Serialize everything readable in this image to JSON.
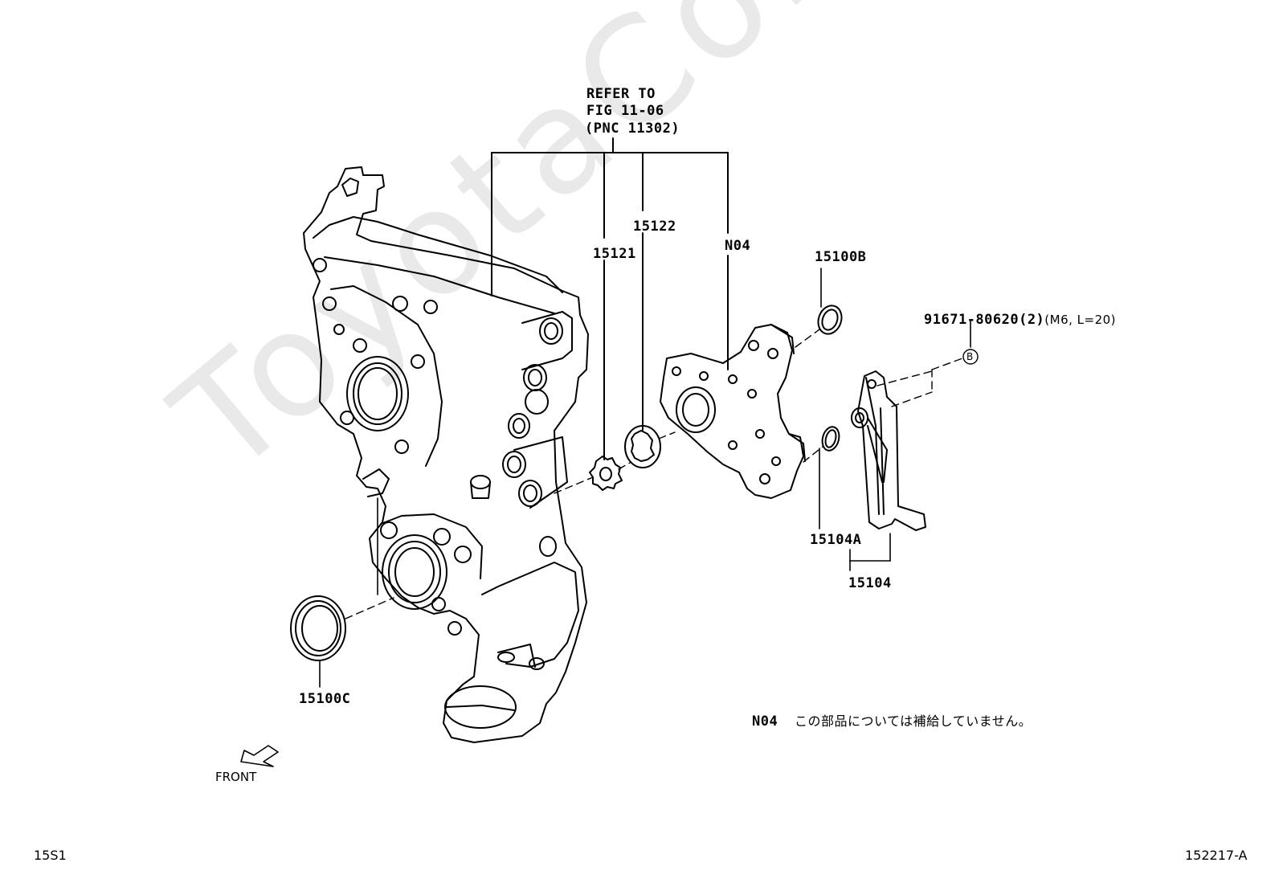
{
  "watermark": "ToyotaComMine.ru",
  "refer": {
    "line1": "REFER TO",
    "line2": "FIG 11-06",
    "line3": "(PNC 11302)"
  },
  "parts": {
    "p15121": "15121",
    "p15122": "15122",
    "n04": "N04",
    "p15100b": "15100B",
    "bolt": "91671-80620(2)",
    "bolt_spec": "(M6, L=20)",
    "callout_b": "B",
    "p15104a": "15104A",
    "p15104": "15104",
    "p15100c": "15100C"
  },
  "note": {
    "code": "N04",
    "text": "この部品については補給していません。"
  },
  "front_label": "FRONT",
  "footer": {
    "left": "15S1",
    "right": "152217-A"
  }
}
